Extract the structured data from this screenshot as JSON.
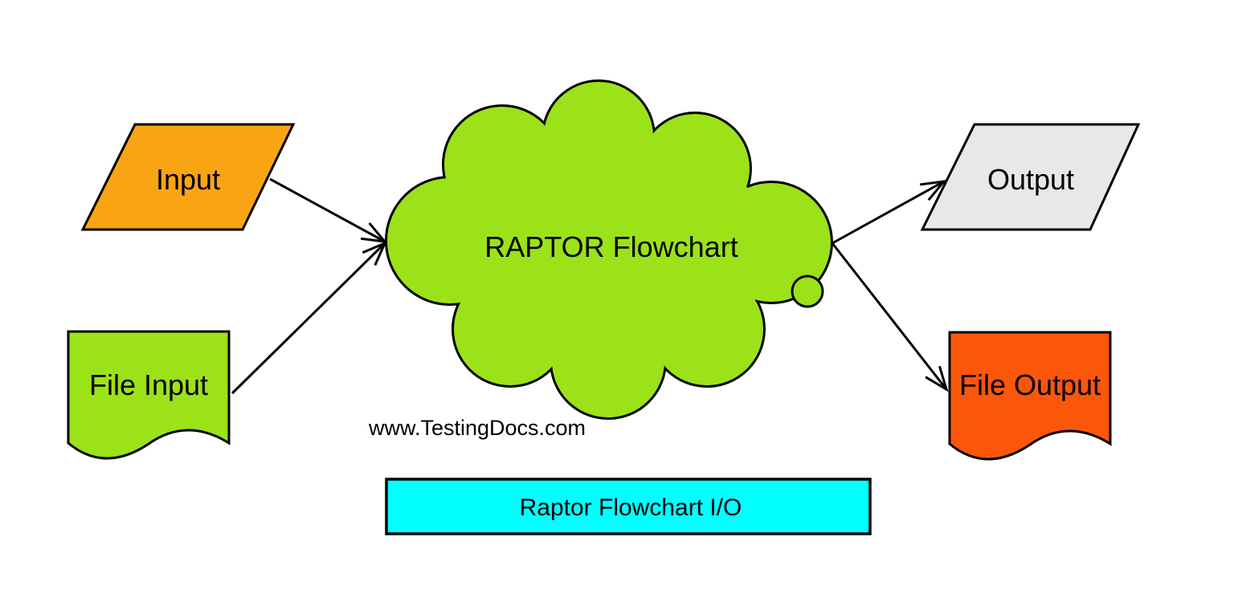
{
  "diagram": {
    "watermark": "www.TestingDocs.com",
    "nodes": {
      "input": {
        "label": "Input",
        "shape": "parallelogram",
        "fill": "#F9A513"
      },
      "file_input": {
        "label": "File Input",
        "shape": "document",
        "fill": "#9CE218"
      },
      "cloud": {
        "label": "RAPTOR Flowchart",
        "shape": "cloud",
        "fill": "#9CE218"
      },
      "output": {
        "label": "Output",
        "shape": "parallelogram",
        "fill": "#E8E8E8"
      },
      "file_output": {
        "label": "File Output",
        "shape": "document",
        "fill": "#FC560B"
      }
    },
    "connections": [
      {
        "from": "Input",
        "to": "RAPTOR Flowchart"
      },
      {
        "from": "File Input",
        "to": "RAPTOR Flowchart"
      },
      {
        "from": "RAPTOR Flowchart",
        "to": "Output"
      },
      {
        "from": "RAPTOR Flowchart",
        "to": "File Output"
      }
    ],
    "caption": {
      "label": "Raptor Flowchart I/O",
      "fill": "#00FFFF"
    },
    "colors": {
      "outline": "#000000",
      "background": "#FFFFFF"
    }
  }
}
